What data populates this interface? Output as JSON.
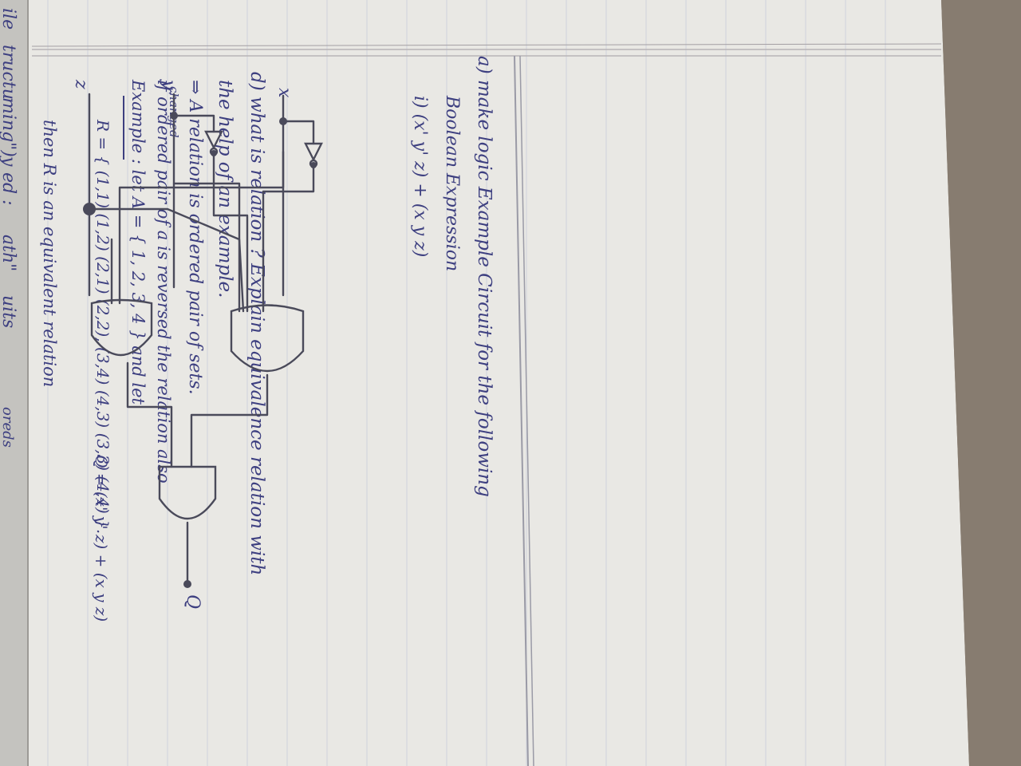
{
  "margin_fragments": [
    "ile",
    "tructu",
    "ming\")",
    "y",
    "ed :",
    "ath\"",
    "uits",
    "oreds"
  ],
  "q_d": {
    "question": "d) what is relation ? Explain equivalence relation with",
    "question_cont": "the help of an example.",
    "answer_1": "⇒ A relation is ordered pair of sets.",
    "answer_2": "if ordered pair of a is reversed the relation also",
    "answer_2_above": "changed",
    "answer_3": "Example : let  A = { 1, 2, 3, 4 } and let",
    "answer_4": "R = { (1,1) (1,2) (2,1) (2,2), (3,4) (4,3) (3,3) (4,4) }.",
    "answer_5": "then R is an equivalent relation"
  },
  "q_a": {
    "question": "a) make logic Example Circuit for the following",
    "question_cont": "Boolean Expression",
    "part_i": "i) (x' y' z) + (x y z)",
    "labels": {
      "x": "x",
      "y": "y",
      "z": "z",
      "q": "Q"
    },
    "result": "Q = (x' y' z) + (x y z)"
  }
}
